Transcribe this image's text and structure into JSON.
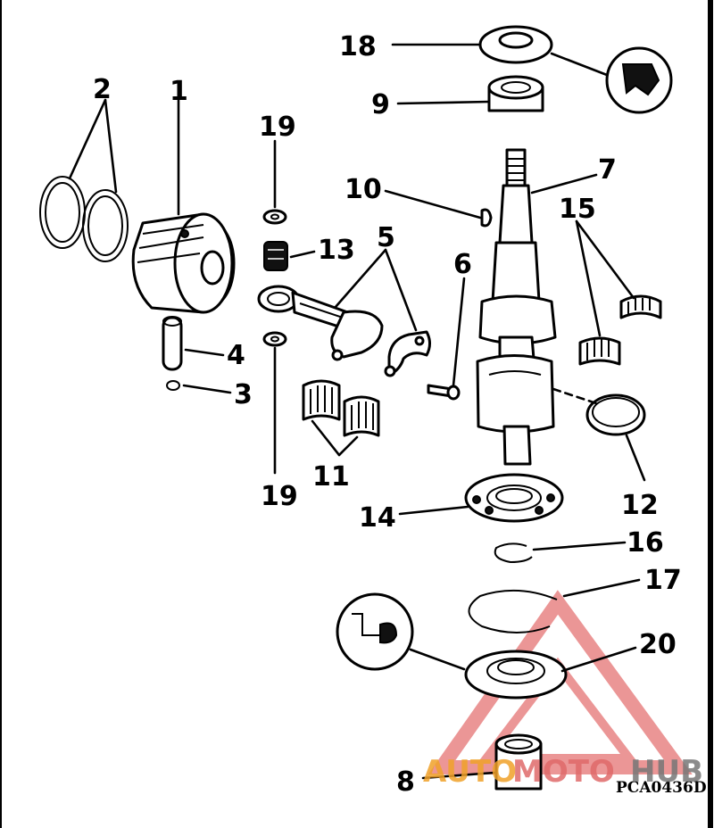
{
  "diagram": {
    "callouts": [
      {
        "id": "c1",
        "text": "1"
      },
      {
        "id": "c2",
        "text": "2"
      },
      {
        "id": "c3",
        "text": "3"
      },
      {
        "id": "c4",
        "text": "4"
      },
      {
        "id": "c5",
        "text": "5"
      },
      {
        "id": "c6",
        "text": "6"
      },
      {
        "id": "c7",
        "text": "7"
      },
      {
        "id": "c8",
        "text": "8"
      },
      {
        "id": "c9",
        "text": "9"
      },
      {
        "id": "c10",
        "text": "10"
      },
      {
        "id": "c11",
        "text": "11"
      },
      {
        "id": "c12",
        "text": "12"
      },
      {
        "id": "c13",
        "text": "13"
      },
      {
        "id": "c14",
        "text": "14"
      },
      {
        "id": "c15",
        "text": "15"
      },
      {
        "id": "c16",
        "text": "16"
      },
      {
        "id": "c17",
        "text": "17"
      },
      {
        "id": "c18",
        "text": "18"
      },
      {
        "id": "c19a",
        "text": "19"
      },
      {
        "id": "c19b",
        "text": "19"
      },
      {
        "id": "c20",
        "text": "20"
      }
    ],
    "reference_code": "PCA0436D"
  },
  "watermark": {
    "part1": "AUTO",
    "part2": "MOTO",
    "part3": "HUB",
    "colors": {
      "auto": "#f0a22a",
      "moto": "#e06a6a",
      "hub": "#777777",
      "triangle": "#e57373"
    }
  }
}
